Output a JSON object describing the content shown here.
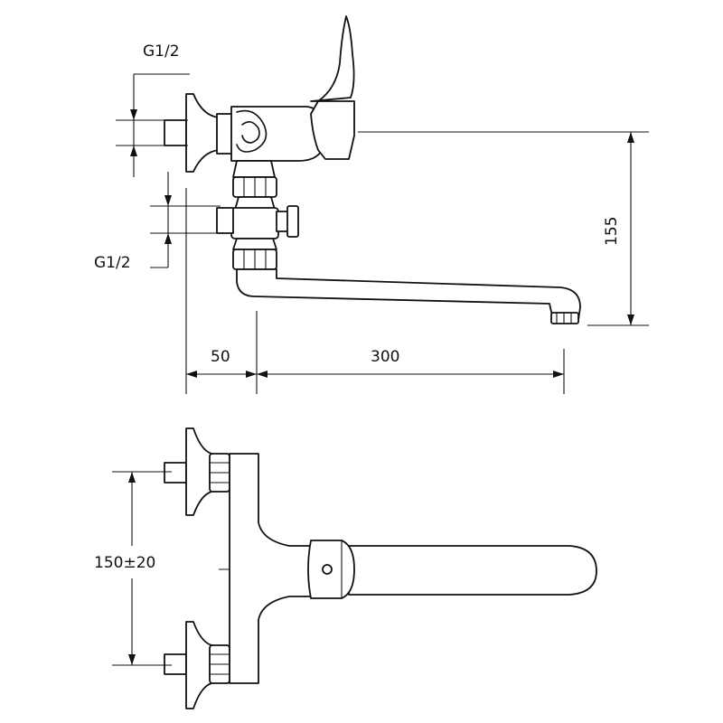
{
  "labels": {
    "thread_top": "G1/2",
    "thread_bottom": "G1/2",
    "dim_height": "155",
    "dim_offset": "50",
    "dim_spout": "300",
    "dim_spacing": "150±20"
  }
}
